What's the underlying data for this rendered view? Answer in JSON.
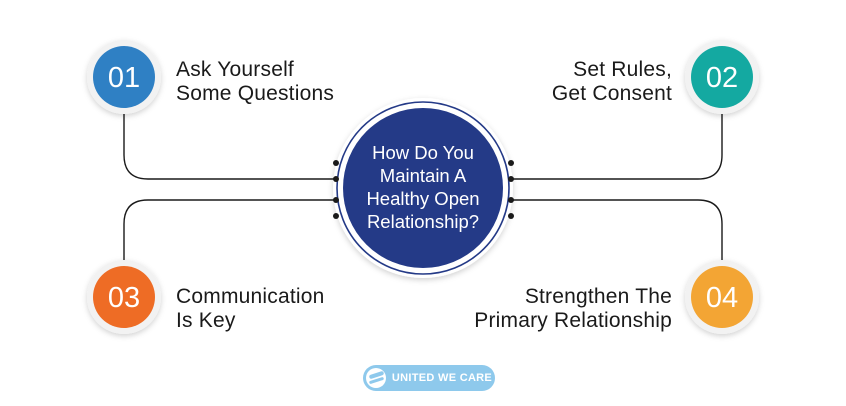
{
  "center": {
    "lines": [
      "How Do You",
      "Maintain A",
      "Healthy Open",
      "Relationship?"
    ]
  },
  "steps": [
    {
      "number": "01",
      "lines": [
        "Ask Yourself",
        "Some Questions"
      ],
      "color": "#2f80c4"
    },
    {
      "number": "02",
      "lines": [
        "Set Rules,",
        "Get Consent"
      ],
      "color": "#14a9a1"
    },
    {
      "number": "03",
      "lines": [
        "Communication",
        "Is Key"
      ],
      "color": "#ee6c25"
    },
    {
      "number": "04",
      "lines": [
        "Strengthen The",
        "Primary Relationship"
      ],
      "color": "#f3a534"
    }
  ],
  "colors": {
    "center_fill": "#243a87",
    "connector": "#1a1a1a",
    "badge_ring": "#f2f2f2",
    "brand_badge": "#8ec9ec"
  },
  "brand": {
    "name": "UNITED WE CARE",
    "icon": "globe-swoosh-icon"
  }
}
